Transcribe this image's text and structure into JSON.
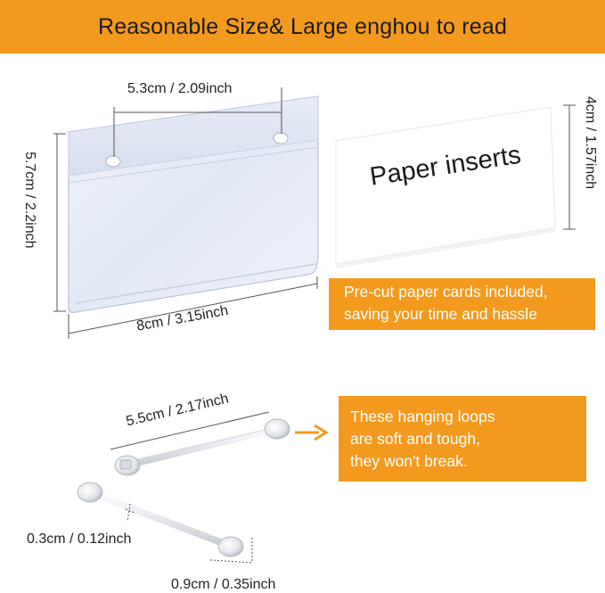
{
  "banner": {
    "title": "Reasonable Size& Large enghou to read"
  },
  "dimensions": {
    "holder_width_top": "5.3cm / 2.09inch",
    "holder_height": "5.7cm / 2.2inch",
    "holder_width_bottom": "8cm / 3.15inch",
    "insert_height": "4cm / 1.57inch",
    "loop_length": "5.5cm / 2.17inch",
    "loop_thickness": "0.3cm / 0.12inch",
    "loop_end": "0.9cm / 0.35inch"
  },
  "insert_card": {
    "label": "Paper inserts"
  },
  "callouts": {
    "paper": {
      "line1": "Pre-cut paper cards included,",
      "line2": "saving your time and hassle"
    },
    "loops": {
      "line1": "These hanging loops",
      "line2": "are soft and tough,",
      "line3": "they won't break."
    }
  },
  "colors": {
    "accent": "#f39a1e",
    "text": "#1a1a1a",
    "callout_text": "#ffffff"
  }
}
